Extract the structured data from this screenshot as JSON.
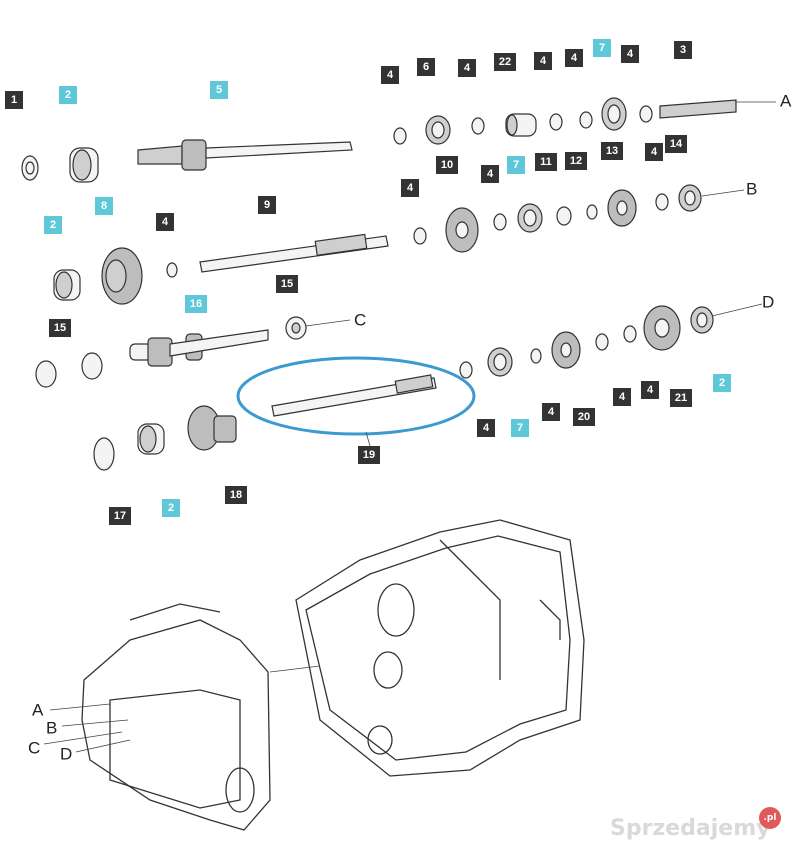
{
  "part_labels": [
    {
      "id": "1",
      "teal": false
    },
    {
      "id": "2",
      "teal": true
    },
    {
      "id": "5",
      "teal": true
    },
    {
      "id": "4",
      "teal": false
    },
    {
      "id": "6",
      "teal": false
    },
    {
      "id": "4",
      "teal": false
    },
    {
      "id": "22",
      "teal": false
    },
    {
      "id": "4",
      "teal": false
    },
    {
      "id": "4",
      "teal": false
    },
    {
      "id": "7",
      "teal": true
    },
    {
      "id": "4",
      "teal": false
    },
    {
      "id": "3",
      "teal": false
    },
    {
      "id": "4",
      "teal": false
    },
    {
      "id": "10",
      "teal": false
    },
    {
      "id": "4",
      "teal": false
    },
    {
      "id": "7",
      "teal": true
    },
    {
      "id": "11",
      "teal": false
    },
    {
      "id": "12",
      "teal": false
    },
    {
      "id": "13",
      "teal": false
    },
    {
      "id": "4",
      "teal": false
    },
    {
      "id": "14",
      "teal": false
    },
    {
      "id": "2",
      "teal": true
    },
    {
      "id": "8",
      "teal": true
    },
    {
      "id": "4",
      "teal": false
    },
    {
      "id": "9",
      "teal": false
    },
    {
      "id": "15",
      "teal": false
    },
    {
      "id": "16",
      "teal": true
    },
    {
      "id": "15",
      "teal": false
    },
    {
      "id": "4",
      "teal": false
    },
    {
      "id": "7",
      "teal": true
    },
    {
      "id": "4",
      "teal": false
    },
    {
      "id": "20",
      "teal": false
    },
    {
      "id": "4",
      "teal": false
    },
    {
      "id": "4",
      "teal": false
    },
    {
      "id": "21",
      "teal": false
    },
    {
      "id": "2",
      "teal": true
    },
    {
      "id": "19",
      "teal": false
    },
    {
      "id": "17",
      "teal": false
    },
    {
      "id": "2",
      "teal": true
    },
    {
      "id": "18",
      "teal": false
    }
  ],
  "connection_letters": [
    "A",
    "B",
    "C",
    "D",
    "A",
    "B",
    "C",
    "D"
  ],
  "watermark": {
    "text": "Sprzedajemy",
    "suffix": ".pl"
  },
  "colors": {
    "dark_label": "#333333",
    "teal_label": "#5fc8d8",
    "highlight_ellipse": "#3b9ad0"
  }
}
